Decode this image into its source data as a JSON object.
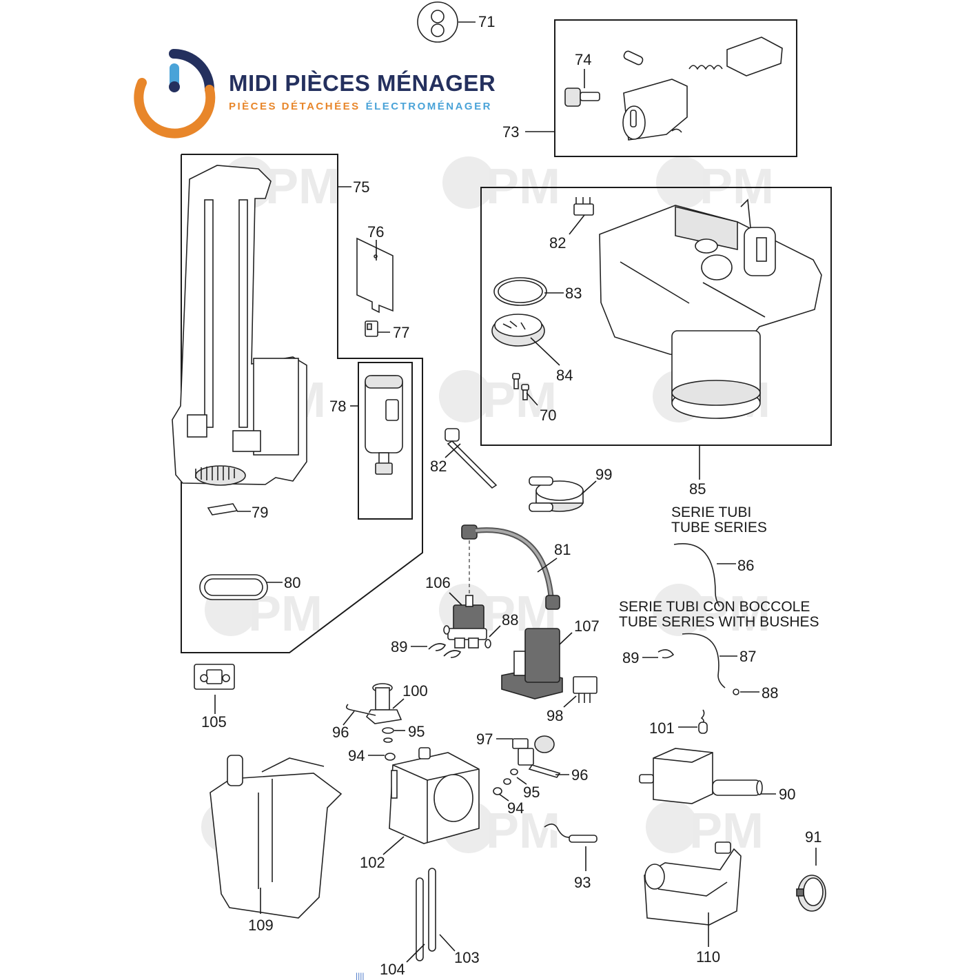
{
  "logo": {
    "title": "MIDI PIÈCES MÉNAGER",
    "subtitle_a": "PIÈCES DÉTACHÉES",
    "subtitle_b": "ÉLECTROMÉNAGER",
    "colors": {
      "navy": "#24305e",
      "orange": "#e8862a",
      "blue": "#4aa3d8"
    }
  },
  "watermark": {
    "text": "PM"
  },
  "captions": {
    "tube_series_it": "SERIE TUBI",
    "tube_series_en": "TUBE SERIES",
    "bushes_it": "SERIE TUBI CON BOCCOLE",
    "bushes_en": "TUBE SERIES WITH BUSHES"
  },
  "footer_mark": "||||",
  "parts": {
    "p71": "71",
    "p73": "73",
    "p74": "74",
    "p75": "75",
    "p76": "76",
    "p77": "77",
    "p78": "78",
    "p79": "79",
    "p80": "80",
    "p82a": "82",
    "p82b": "82",
    "p83": "83",
    "p84": "84",
    "p70": "70",
    "p85": "85",
    "p99": "99",
    "p81": "81",
    "p86": "86",
    "p106": "106",
    "p88a": "88",
    "p107": "107",
    "p89a": "89",
    "p89b": "89",
    "p87": "87",
    "p88b": "88",
    "p105": "105",
    "p100": "100",
    "p98": "98",
    "p96a": "96",
    "p95a": "95",
    "p101": "101",
    "p97": "97",
    "p94a": "94",
    "p96b": "96",
    "p95b": "95",
    "p90": "90",
    "p94b": "94",
    "p102": "102",
    "p93": "93",
    "p91": "91",
    "p109": "109",
    "p104": "104",
    "p103": "103",
    "p110": "110"
  }
}
